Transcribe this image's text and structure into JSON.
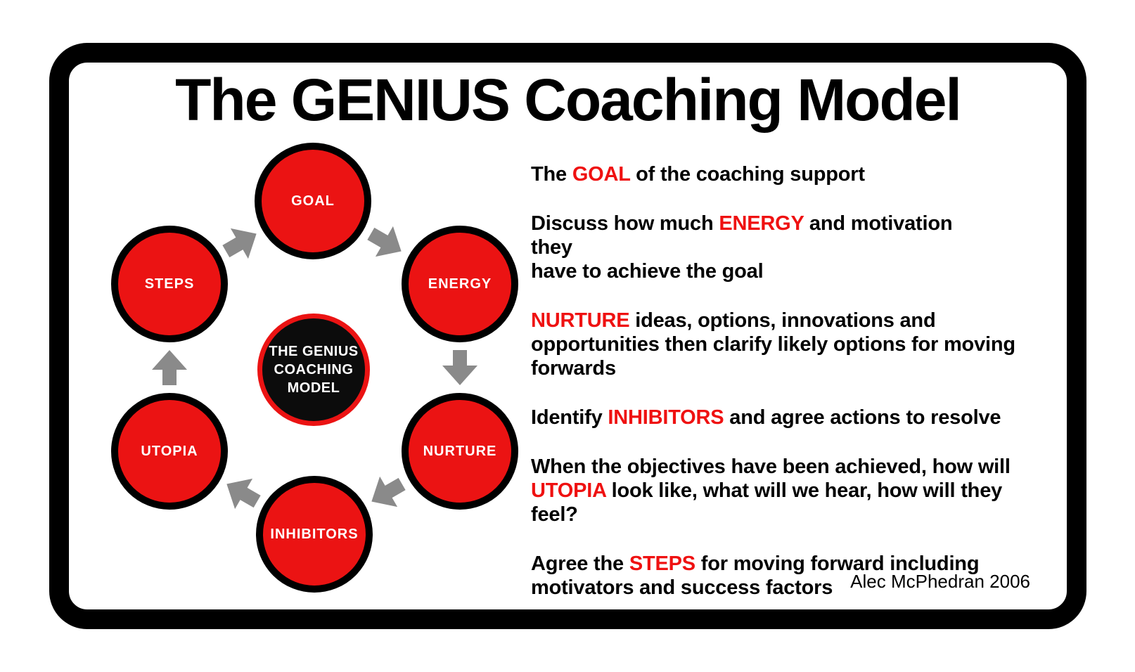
{
  "title": "The GENIUS Coaching Model",
  "attribution": "Alec McPhedran 2006",
  "colors": {
    "circle_red": "#eb1313",
    "keyword_red": "#ef1111",
    "arrow_gray": "#8a8a8a",
    "outline_black": "#000000",
    "hub_black": "#0c0c0c",
    "text_white": "#ffffff"
  },
  "diagram": {
    "center": {
      "line1": "THE GENIUS",
      "line2": "COACHING",
      "line3": "MODEL"
    },
    "nodes": [
      {
        "label": "GOAL"
      },
      {
        "label": "ENERGY"
      },
      {
        "label": "NURTURE"
      },
      {
        "label": "INHIBITORS"
      },
      {
        "label": "UTOPIA"
      },
      {
        "label": "STEPS"
      }
    ],
    "arrows": [
      "steps-to-goal",
      "goal-to-energy",
      "energy-to-nurture",
      "nurture-to-inhibitors",
      "inhibitors-to-utopia",
      "utopia-to-steps"
    ]
  },
  "paragraphs": [
    {
      "lines": [
        {
          "pre": "The ",
          "kw": "GOAL",
          "suf": " of the coaching support"
        }
      ]
    },
    {
      "lines": [
        {
          "pre": "Discuss how much ",
          "kw": "ENERGY",
          "suf": " and motivation they"
        },
        {
          "pre": "have to achieve the goal"
        }
      ]
    },
    {
      "lines": [
        {
          "kw": "NURTURE",
          "suf": " ideas, options, innovations and"
        },
        {
          "pre": "opportunities then clarify likely options for moving"
        },
        {
          "pre": "forwards"
        }
      ]
    },
    {
      "lines": [
        {
          "pre": "Identify ",
          "kw": "INHIBITORS",
          "suf": " and agree actions to resolve"
        }
      ]
    },
    {
      "lines": [
        {
          "pre": "When the objectives have been achieved, how will"
        },
        {
          "kw": "UTOPIA",
          "suf": " look like, what will we hear, how will they"
        },
        {
          "pre": "feel?"
        }
      ]
    },
    {
      "lines": [
        {
          "pre": "Agree the ",
          "kw": "STEPS",
          "suf": " for moving forward including"
        },
        {
          "pre": "motivators and success factors"
        }
      ]
    }
  ]
}
